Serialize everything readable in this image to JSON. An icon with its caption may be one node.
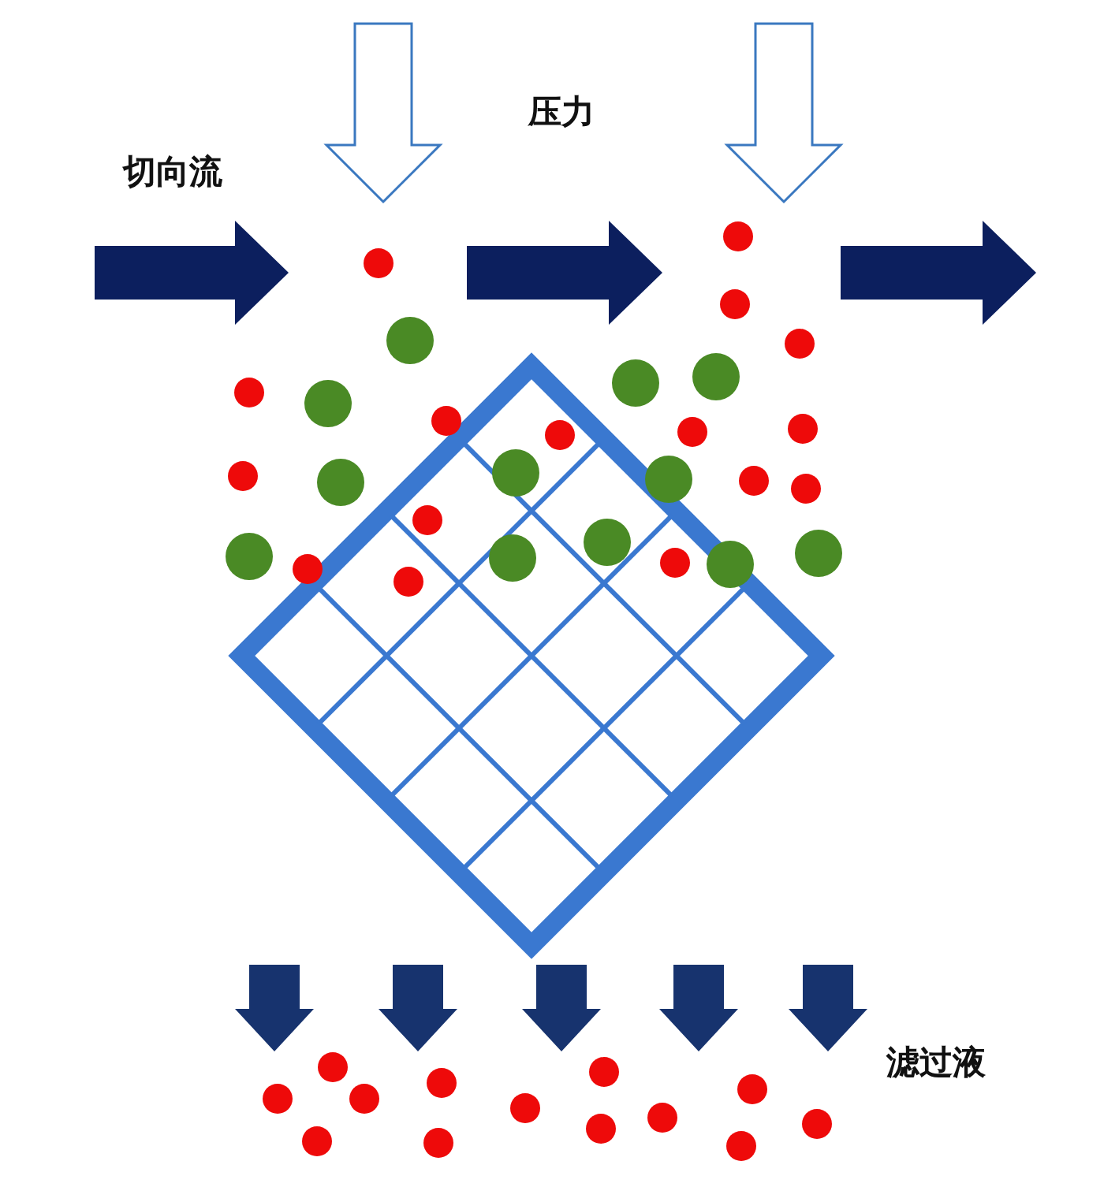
{
  "diagram": {
    "labels": [
      "压力",
      "切向流",
      "滤过液"
    ]
  }
}
